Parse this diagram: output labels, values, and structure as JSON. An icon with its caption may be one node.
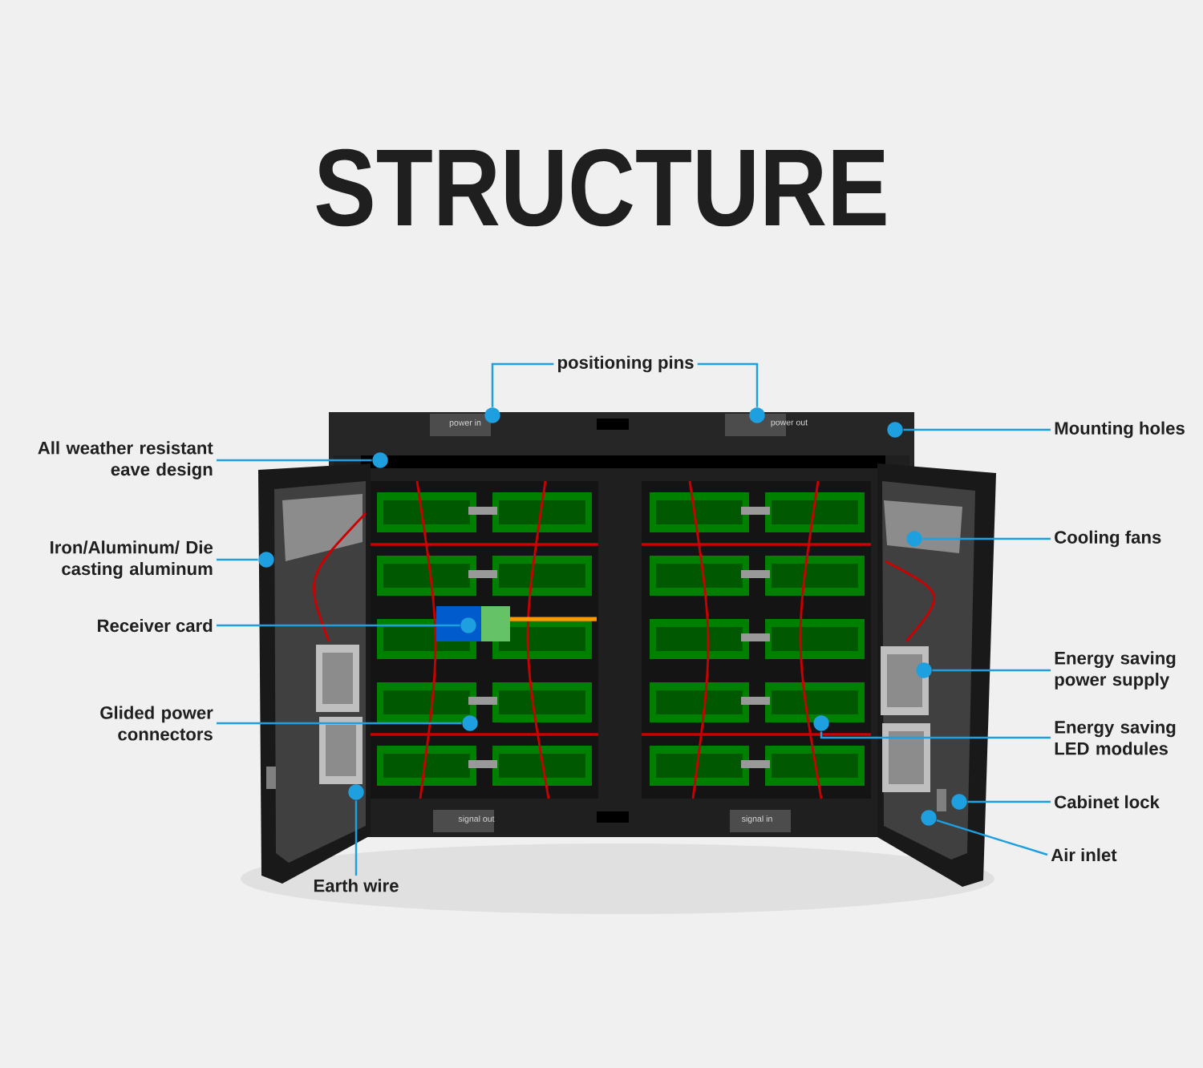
{
  "diagram": {
    "title": "STRUCTURE",
    "nodes": [
      {
        "text": [
          "positioning pins"
        ]
      },
      {
        "text": [],
        "shape": "circle"
      },
      {
        "text": [],
        "shape": "circle"
      },
      {
        "text": [
          "Mounting holes"
        ]
      },
      {
        "text": [],
        "shape": "circle"
      },
      {
        "text": [
          "All weather resistant eave design"
        ]
      },
      {
        "text": [],
        "shape": "circle"
      },
      {
        "text": [
          "Cooling fans"
        ]
      },
      {
        "text": [],
        "shape": "circle"
      },
      {
        "text": [
          "Iron/Aluminum/ Die casting aluminum"
        ]
      },
      {
        "text": [],
        "shape": "circle"
      },
      {
        "text": [
          "Receiver card"
        ]
      },
      {
        "text": [],
        "shape": "circle"
      },
      {
        "text": [
          "Energy saving power supply"
        ]
      },
      {
        "text": [],
        "shape": "circle"
      },
      {
        "text": [
          "Glided power connectors"
        ]
      },
      {
        "text": [],
        "shape": "circle"
      },
      {
        "text": [
          "Energy saving LED modules"
        ]
      },
      {
        "text": [],
        "shape": "circle"
      },
      {
        "text": [
          "Cabinet lock"
        ]
      },
      {
        "text": [],
        "shape": "circle"
      },
      {
        "text": [
          "Air inlet"
        ]
      },
      {
        "text": [],
        "shape": "circle"
      },
      {
        "text": [
          "Earth wire"
        ]
      },
      {
        "text": [],
        "shape": "circle"
      }
    ],
    "edges": [
      {
        "from": 0,
        "to": 1,
        "arrow": "none"
      },
      {
        "from": 0,
        "to": 2,
        "arrow": "none"
      },
      {
        "from": 3,
        "to": 4,
        "arrow": "none"
      },
      {
        "from": 5,
        "to": 6,
        "arrow": "none"
      },
      {
        "from": 7,
        "to": 8,
        "arrow": "none"
      },
      {
        "from": 9,
        "to": 10,
        "arrow": "none"
      },
      {
        "from": 11,
        "to": 12,
        "arrow": "none"
      },
      {
        "from": 13,
        "to": 14,
        "arrow": "none"
      },
      {
        "from": 15,
        "to": 16,
        "arrow": "none"
      },
      {
        "from": 17,
        "to": 18,
        "arrow": "none"
      },
      {
        "from": 19,
        "to": 20,
        "arrow": "none"
      },
      {
        "from": 21,
        "to": 22,
        "arrow": "none"
      },
      {
        "from": 23,
        "to": 24,
        "arrow": "none"
      }
    ],
    "labels": [
      "power in",
      "power out",
      "signal out",
      "signal in"
    ]
  }
}
